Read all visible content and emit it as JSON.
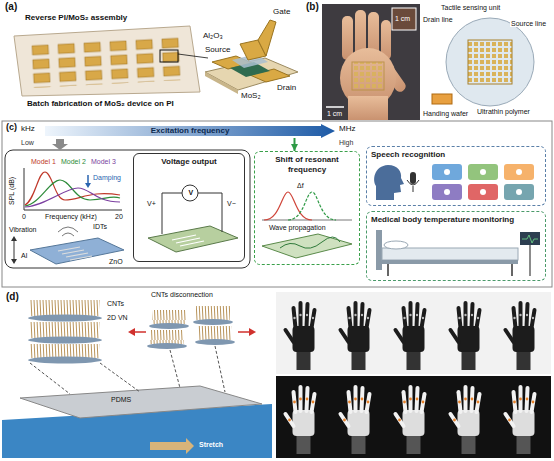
{
  "diagram": {
    "nodes": [
      {
        "text": [
          "Excitation frequency"
        ]
      },
      {
        "text": [
          "Voltage output"
        ]
      },
      {
        "text": [
          "Shift of resonant frequency"
        ]
      },
      {
        "text": [
          "Speech recognition"
        ]
      },
      {
        "text": [
          "Medical body temperature monitoring"
        ]
      }
    ],
    "edges": [
      {
        "from": 0,
        "to": 2,
        "arrow": "to"
      }
    ],
    "labels": [
      "(a)",
      "Reverse PI/MoS₂ assembly",
      "Gate",
      "Source",
      "Drain",
      "Al₂O₃",
      "MoS₂",
      "Batch fabrication of MoS₂ device on PI",
      "(b)",
      "1 cm",
      "1 cm",
      "Tactile sensing unit",
      "Drain line",
      "Source line",
      "Ultrathin polymer",
      "Handing wafer",
      "(c)",
      "kHz",
      "MHz",
      "Low",
      "High",
      "SPL (dB)",
      "Model 1",
      "Model 2",
      "Model 3",
      "Damping",
      "0",
      "Frequency (kHz)",
      "20",
      "Vibration",
      "IDTs",
      "Al",
      "ZnO",
      "V",
      "V+",
      "V−",
      "Δf",
      "Wave propagation",
      "(d)",
      "CNTs",
      "2D VN",
      "PDMS",
      "CNTs disconnection",
      "Stretch"
    ]
  }
}
